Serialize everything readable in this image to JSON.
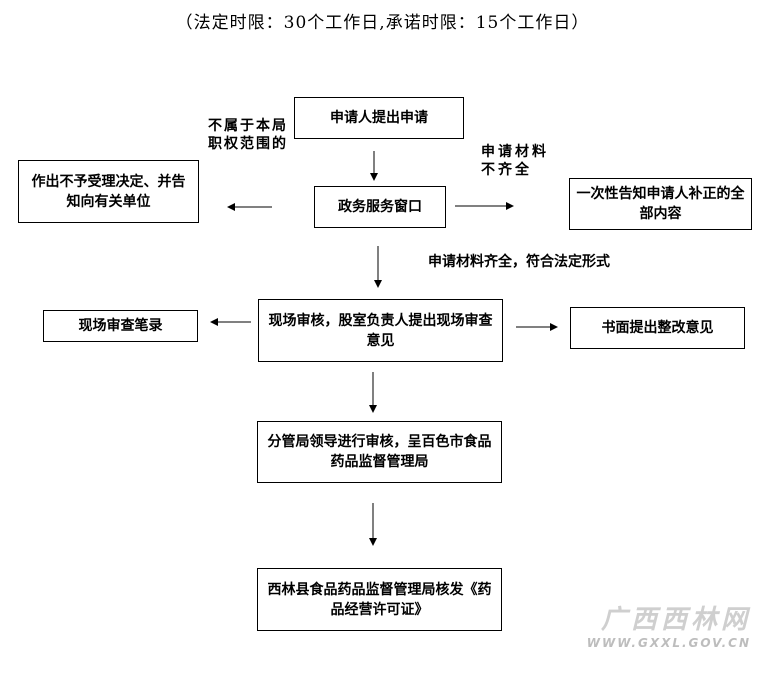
{
  "header": {
    "text": "（法定时限：30个工作日,承诺时限：15个工作日）"
  },
  "boxes": {
    "apply": "申请人提出申请",
    "window": "政务服务窗口",
    "reject": "作出不予受理决定、并告知向有关单位",
    "notify": "一次性告知申请人补正的全部内容",
    "inspect": "现场审核，股室负责人提出现场审查意见",
    "record": "现场审查笔录",
    "rectify": "书面提出整改意见",
    "leader": "分管局领导进行审核，呈百色市食品药品监督管理局",
    "issue": "西林县食品药品监督管理局核发《药品经营许可证》"
  },
  "notes": {
    "out_of_scope": "不属于本局职权范围的",
    "incomplete": "申请材料不齐全",
    "complete": "申请材料齐全，符合法定形式"
  },
  "watermark": {
    "main": "广西西林网",
    "url": "WWW.GXXL.GOV.CN"
  }
}
